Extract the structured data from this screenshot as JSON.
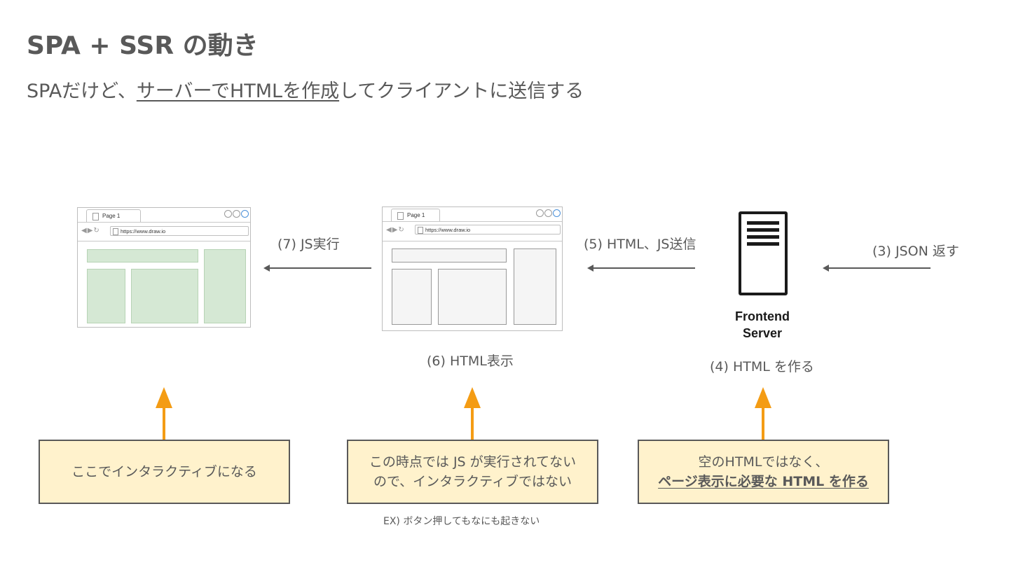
{
  "slide": {
    "title": "SPA + SSR の動き",
    "subtitle_pre": "SPAだけど、",
    "subtitle_underlined": "サーバーでHTMLを作成",
    "subtitle_post": "してクライアントに送信する"
  },
  "browser": {
    "tab_label": "Page 1",
    "url": "https://www.draw.io"
  },
  "steps": {
    "step3": "(3) JSON 返す",
    "step4": "(4) HTML を作る",
    "step5": "(5) HTML、JS送信",
    "step6": "(6) HTML表示",
    "step7": "(7) JS実行"
  },
  "server": {
    "line1": "Frontend",
    "line2": "Server"
  },
  "notes": {
    "left": "ここでインタラクティブになる",
    "middle_line1": "この時点では JS が実行されてない",
    "middle_line2": "ので、インタラクティブではない",
    "middle_caption": "EX) ボタン押してもなにも起きない",
    "right_line1": "空のHTMLではなく、",
    "right_line2": "ページ表示に必要な HTML を作る"
  },
  "colors": {
    "text": "#595959",
    "note_fill": "#fff2cc",
    "arrow_orange": "#f49c14",
    "green_block": "#d5e8d4",
    "gray_block": "#f5f5f5"
  }
}
